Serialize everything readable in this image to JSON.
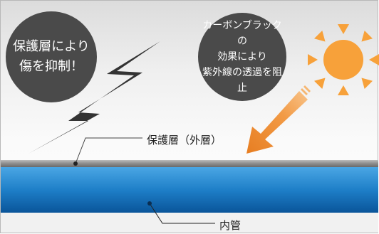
{
  "bubble_left": {
    "line1": "保護層により",
    "line2": "傷を抑制！"
  },
  "bubble_right": {
    "line1": "カーボンブラックの",
    "line2": "効果により",
    "line3": "紫外線の透過を阻止"
  },
  "labels": {
    "outer_layer": "保護層（外層）",
    "inner_tube": "内管"
  },
  "icons": {
    "sun": "sun-icon",
    "lightning": "lightning-bolt-icon",
    "arrow": "uv-ray-arrow-icon"
  },
  "colors": {
    "bubble": "#4a4a4a",
    "sun": "#f7a13a",
    "arrow": "#ee8a2e",
    "lightning": "#333333",
    "pipe_outer": "#7a7a7a",
    "pipe_inner_top": "#2f8fd2",
    "pipe_inner_bottom": "#0c5fa8"
  }
}
